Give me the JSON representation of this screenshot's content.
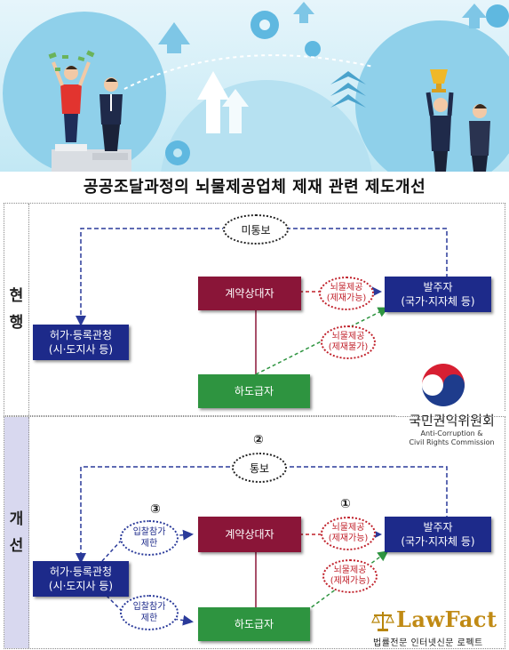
{
  "title": "공공조달과정의 뇌물제공업체 제재 관련 제도개선",
  "current": {
    "side_label": [
      "현",
      "행"
    ],
    "not_notified": "미통보",
    "contractor": "계약상대자",
    "client_line1": "발주자",
    "client_line2": "(국가·지자체 등)",
    "permit_line1": "허가·등록관청",
    "permit_line2": "(시·도지사 등)",
    "subcontractor": "하도급자",
    "bribe_label": "뇌물제공",
    "bribe_sanction_yes": "(제재가능)",
    "bribe_sanction_no": "(제재불가)"
  },
  "improved": {
    "side_label": [
      "개",
      "선"
    ],
    "num1": "①",
    "num2": "②",
    "num3": "③",
    "notified": "통보",
    "contractor": "계약상대자",
    "client_line1": "발주자",
    "client_line2": "(국가·지자체 등)",
    "permit_line1": "허가·등록관청",
    "permit_line2": "(시·도지사 등)",
    "subcontractor": "하도급자",
    "bid_restrict_1": "입찰참가",
    "bid_restrict_2": "제한",
    "bribe_label": "뇌물제공",
    "bribe_sanction_yes": "(제재가능)"
  },
  "logo": {
    "org_name": "국민권익위원회",
    "org_en_1": "Anti-Corruption &",
    "org_en_2": "Civil Rights Commission"
  },
  "watermark": {
    "brand": "LawFact",
    "tagline": "법률전문 인터넷신문 로펙트"
  },
  "colors": {
    "blue_box": "#1d2a8a",
    "maroon_box": "#8a1538",
    "green_box": "#2e9440",
    "bribe_red": "#c0202a",
    "banner_sky": "#a9dcef"
  }
}
